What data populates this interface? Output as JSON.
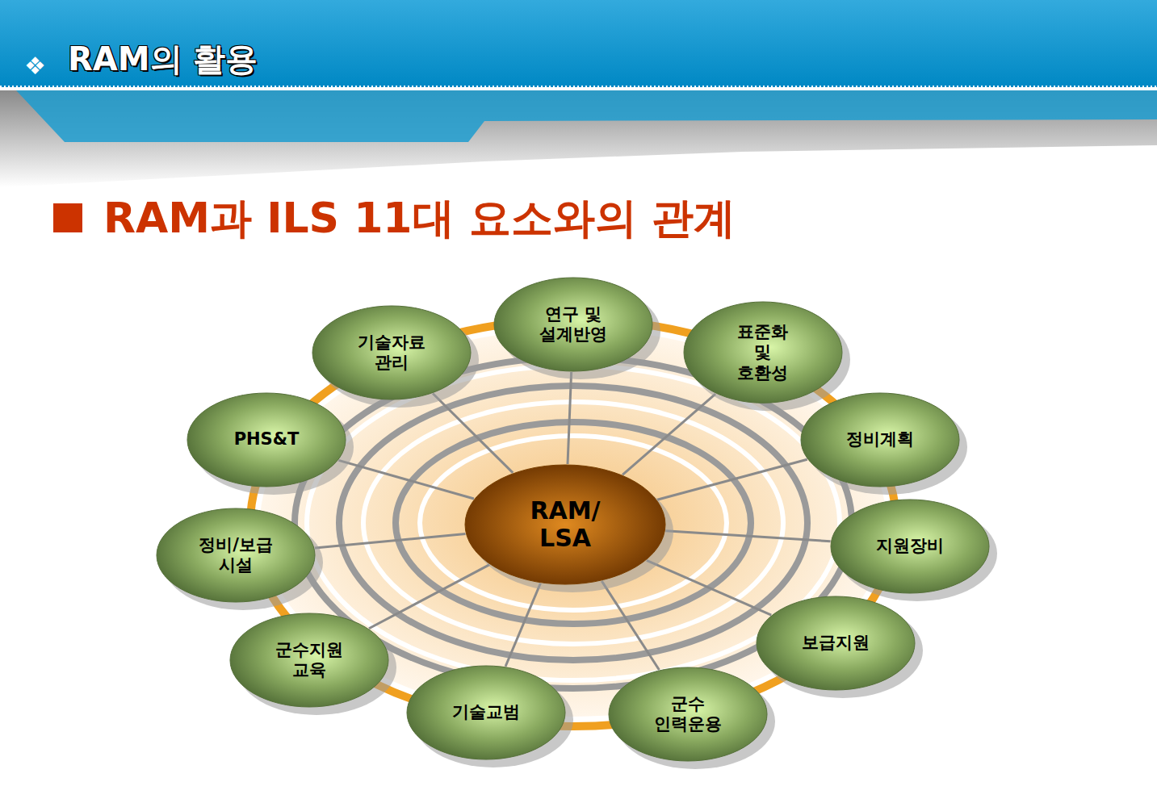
{
  "diagram": {
    "title": "RAM과 ILS 11대 요소와의 관계",
    "nodes": [
      {
        "text": [
          "RAM/ LSA"
        ]
      },
      {
        "text": [
          "연구 및 설계반영"
        ]
      },
      {
        "text": [
          "표준화 및 호환성"
        ]
      },
      {
        "text": [
          "정비계획"
        ]
      },
      {
        "text": [
          "지원장비"
        ]
      },
      {
        "text": [
          "보급지원"
        ]
      },
      {
        "text": [
          "군수 인력운용"
        ]
      },
      {
        "text": [
          "기술교범"
        ]
      },
      {
        "text": [
          "군수지원 교육"
        ]
      },
      {
        "text": [
          "정비/보급 시설"
        ]
      },
      {
        "text": [
          "PHS&T"
        ]
      },
      {
        "text": [
          "기술자료 관리"
        ]
      }
    ],
    "edges": [
      {
        "from": 0,
        "to": 1,
        "arrow": "none"
      },
      {
        "from": 0,
        "to": 2,
        "arrow": "none"
      },
      {
        "from": 0,
        "to": 3,
        "arrow": "none"
      },
      {
        "from": 0,
        "to": 4,
        "arrow": "none"
      },
      {
        "from": 0,
        "to": 5,
        "arrow": "none"
      },
      {
        "from": 0,
        "to": 6,
        "arrow": "none"
      },
      {
        "from": 0,
        "to": 7,
        "arrow": "none"
      },
      {
        "from": 0,
        "to": 8,
        "arrow": "none"
      },
      {
        "from": 0,
        "to": 9,
        "arrow": "none"
      },
      {
        "from": 0,
        "to": 10,
        "arrow": "none"
      },
      {
        "from": 0,
        "to": 11,
        "arrow": "none"
      }
    ],
    "labels": [
      "RAM의 활용"
    ]
  }
}
